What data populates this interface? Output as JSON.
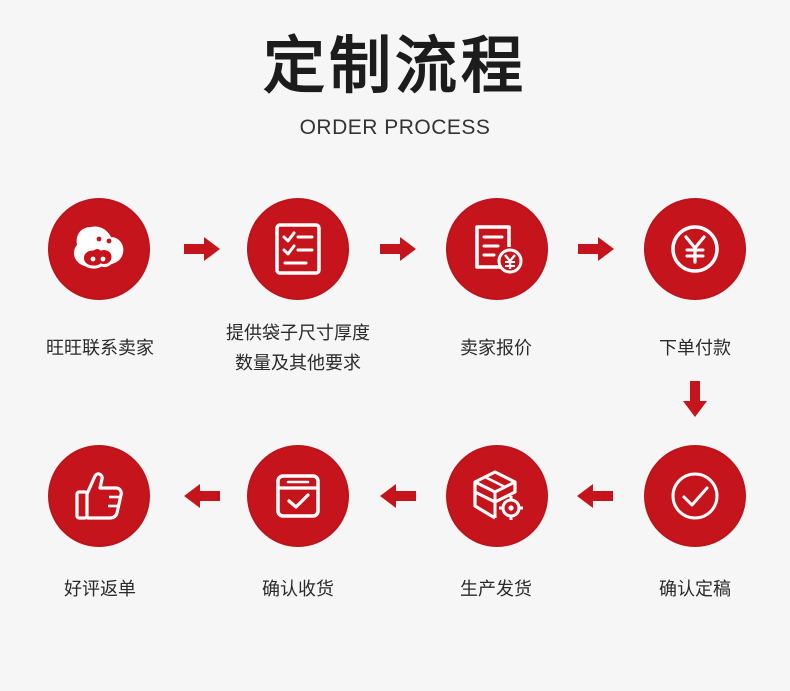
{
  "header": {
    "title": "定制流程",
    "subtitle": "ORDER PROCESS"
  },
  "steps": [
    {
      "label": "旺旺联系卖家",
      "icon": "chat-bubbles-icon"
    },
    {
      "label_line1": "提供袋子尺寸厚度",
      "label_line2": "数量及其他要求",
      "icon": "checklist-icon"
    },
    {
      "label": "卖家报价",
      "icon": "quote-document-yen-icon"
    },
    {
      "label": "下单付款",
      "icon": "yen-coin-icon"
    },
    {
      "label": "确认定稿",
      "icon": "check-circle-icon"
    },
    {
      "label": "生产发货",
      "icon": "box-gear-icon"
    },
    {
      "label": "确认收货",
      "icon": "inbox-check-icon"
    },
    {
      "label": "好评返单",
      "icon": "thumbs-up-icon"
    }
  ],
  "colors": {
    "accent": "#c5141c",
    "background": "#f6f6f6",
    "text": "#2a2a2a"
  }
}
